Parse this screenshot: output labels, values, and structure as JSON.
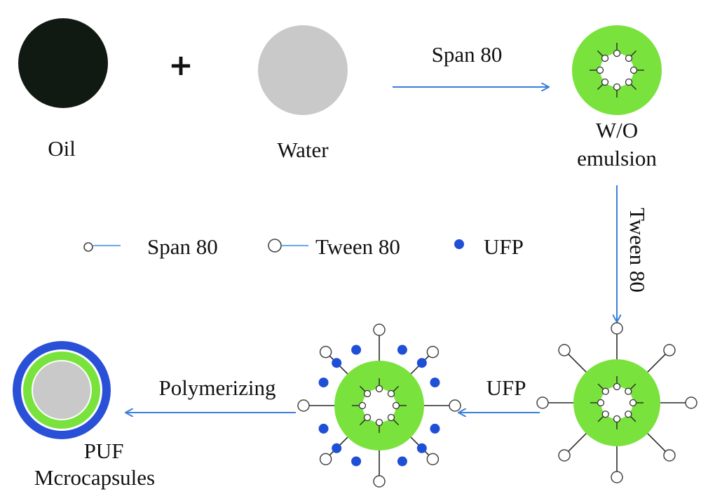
{
  "labels": {
    "oil": "Oil",
    "plus": "+",
    "water": "Water",
    "arrow_span80": "Span 80",
    "wo_line1": "W/O",
    "wo_line2": "emulsion",
    "arrow_tween80": "Tween 80",
    "arrow_ufp": "UFP",
    "arrow_polymerizing": "Polymerizing",
    "puf_line1": "PUF",
    "puf_line2": "Mcrocapsules"
  },
  "legend": [
    {
      "label": "Span 80",
      "symbol": "small-circle-with-tail"
    },
    {
      "label": "Tween 80",
      "symbol": "large-circle-with-tail"
    },
    {
      "label": "UFP",
      "symbol": "blue-dot"
    }
  ],
  "colors": {
    "oil": "#111a12",
    "water": "#c9c9c9",
    "emulsion_shell": "#79e23c",
    "arrow": "#3a7fd8",
    "ufp_dot": "#1e4fd6",
    "capsule_outer": "#2b50d8",
    "legend_tail": "#6aa8f0",
    "surfactant_line": "#2a2a2a"
  }
}
